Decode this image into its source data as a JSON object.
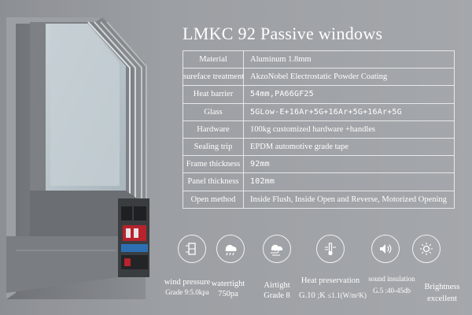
{
  "title": "LMKC 92 Passive windows",
  "specs": [
    {
      "label": "Material",
      "value": "Aluminum 1.8mm"
    },
    {
      "label": "sureface treatment",
      "value": "AkzoNobel Electrostatic Powder Coating"
    },
    {
      "label": "Heat barrier",
      "value": "54mm,PA66GF25"
    },
    {
      "label": "Glass",
      "value": "5GLow-E+16Ar+5G+16Ar+5G+16Ar+5G"
    },
    {
      "label": "Hardware",
      "value": "100kg customized hardware +handles"
    },
    {
      "label": "Sealing trip",
      "value": "EPDM automotive grade tape"
    },
    {
      "label": "Frame thickness",
      "value": "92mm"
    },
    {
      "label": "Panel thickness",
      "value": "102mm"
    },
    {
      "label": "Open method",
      "value": "Inside Flush, Inside Open and Reverse, Motorized Opening"
    }
  ],
  "features": [
    {
      "icon": "wind-pressure-icon",
      "line1": "wind pressure",
      "line2": "Grade 9:5.0kpa"
    },
    {
      "icon": "watertight-icon",
      "line1": "watertight",
      "line2": "750pa"
    },
    {
      "icon": "airtight-icon",
      "line1": "Airtight",
      "line2": "Grade 8"
    },
    {
      "icon": "heat-preservation-icon",
      "line1": "Heat preservation",
      "line2": "G.10 ;K",
      "line2b": "≤1.1(W/m²K)"
    },
    {
      "icon": "sound-insulation-icon",
      "line1": "sound insulation",
      "line2": "G.5 :40-45db"
    },
    {
      "icon": "brightness-icon",
      "line1": "Brightness",
      "line2": "excellent"
    }
  ]
}
